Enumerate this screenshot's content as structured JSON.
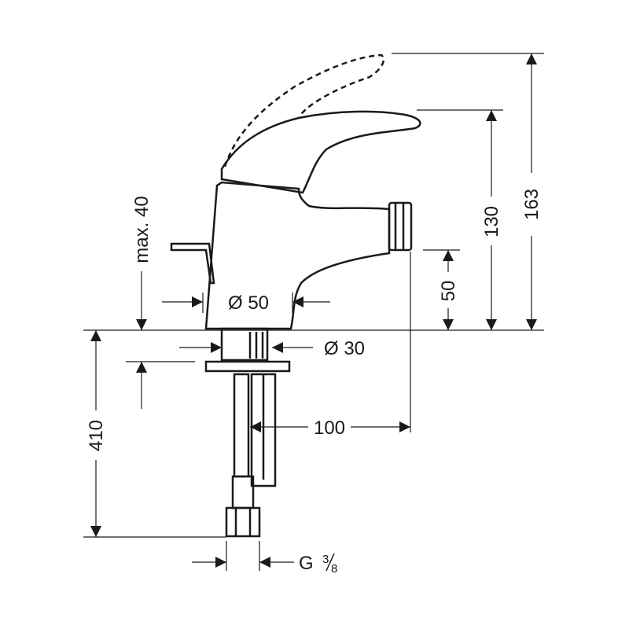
{
  "drawing": {
    "ink_color": "#1a1a1a",
    "background": "#ffffff",
    "dimensions": {
      "height_total": "163",
      "height_spout": "130",
      "height_outlet": "50",
      "max_lever": "max. 40",
      "body_diameter": "Ø 50",
      "shank_diameter": "Ø 30",
      "projection": "100",
      "below_deck": "410",
      "thread_prefix": "G",
      "thread_num": "3",
      "thread_den": "8"
    }
  }
}
